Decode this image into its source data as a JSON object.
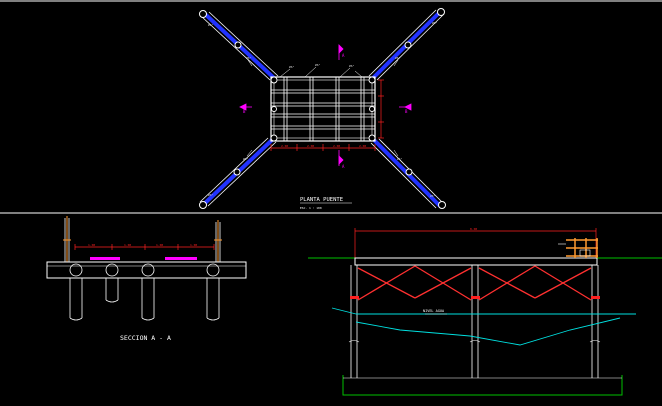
{
  "drawing": {
    "plan_title": "PLANTA PUENTE",
    "plan_scale": "ESC.  1 : 100",
    "section_aa_title": "SECCION  A - A",
    "water_level_label": "NIVEL AGUA"
  },
  "colors": {
    "background": "#000000",
    "structure": "#ffffff",
    "braces": "#2233ff",
    "dimensions": "#ff2020",
    "section_marks": "#ff00ff",
    "water": "#00e0e0",
    "ground": "#00c000",
    "timber_members": "#ff9a30",
    "divider": "#ffffff"
  }
}
